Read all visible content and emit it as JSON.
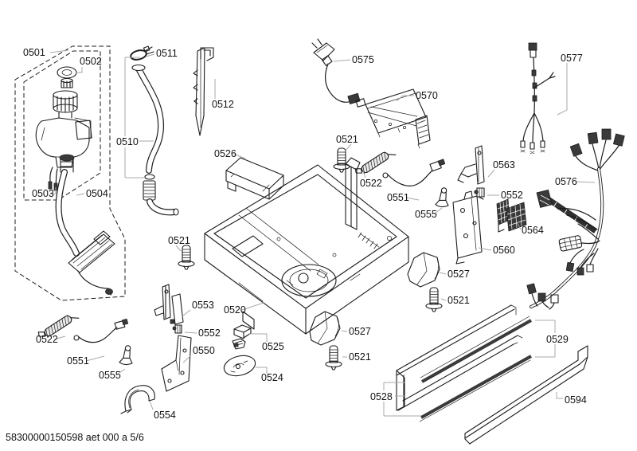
{
  "diagram": {
    "footer": "58300000150598 aet 000 a 5/6",
    "colors": {
      "line": "#1c1c1c",
      "leader": "#a8a8a8",
      "label": "#111111",
      "dark_fill": "#3a3a3a",
      "background": "#ffffff"
    },
    "callouts": [
      "0501",
      "0502",
      "0511",
      "0512",
      "0510",
      "0503",
      "0504",
      "0575",
      "0570",
      "0577",
      "0526",
      "0521",
      "0522",
      "0551",
      "0555",
      "0563",
      "0552",
      "0576",
      "0564",
      "0560",
      "0527",
      "0521",
      "0521",
      "0553",
      "0552",
      "0550",
      "0522",
      "0551",
      "0555",
      "0554",
      "0520",
      "0525",
      "0524",
      "0527",
      "0521",
      "0529",
      "0528",
      "0594"
    ]
  }
}
